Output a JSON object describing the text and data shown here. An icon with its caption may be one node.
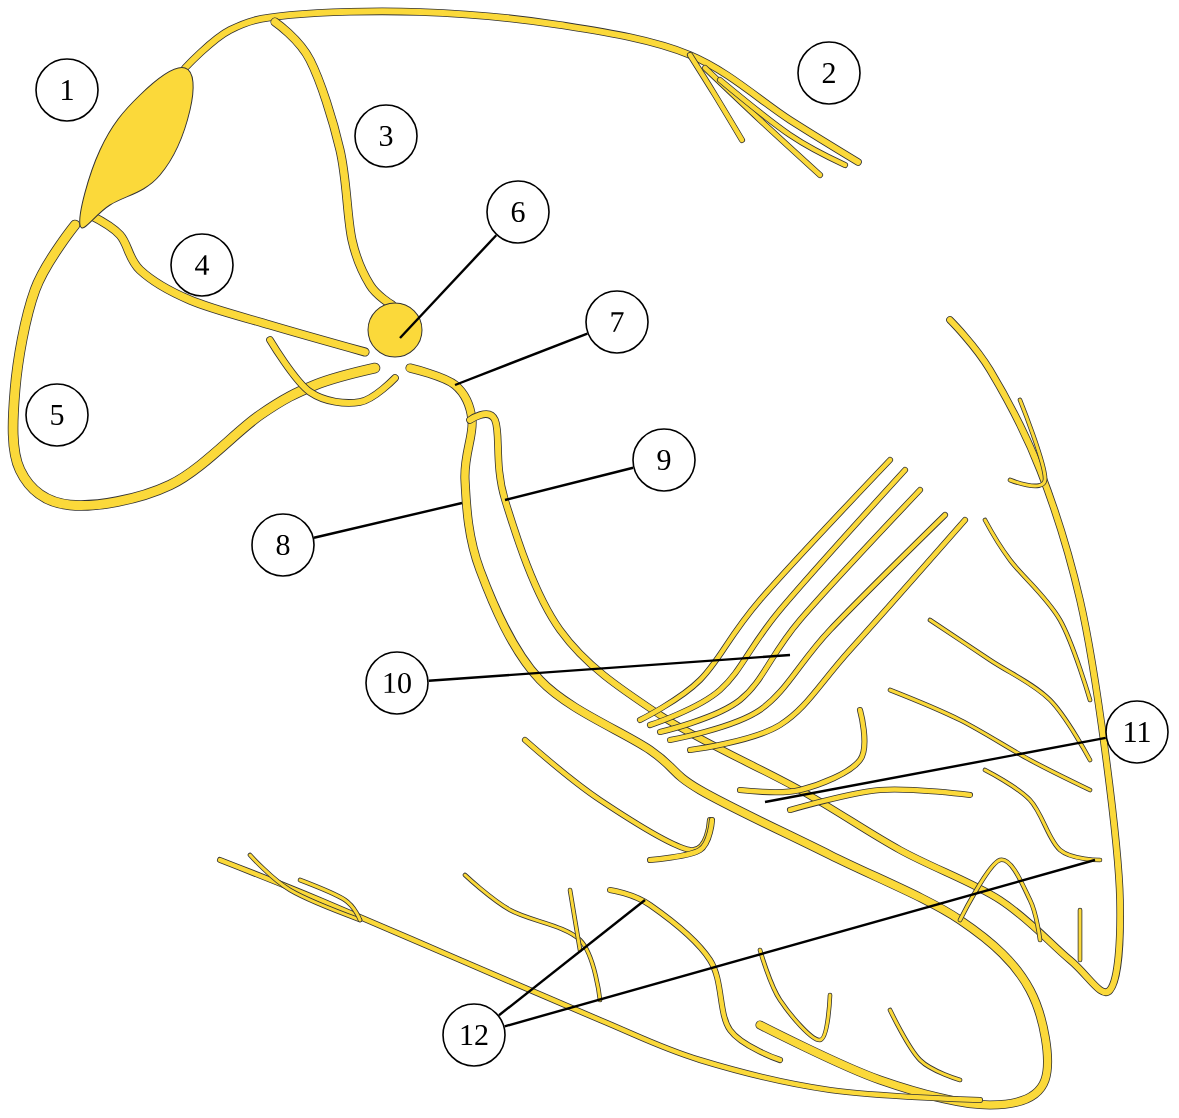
{
  "diagram": {
    "nodes": [
      {
        "text": [
          "1"
        ]
      },
      {
        "text": [
          "2"
        ]
      },
      {
        "text": [
          "3"
        ]
      },
      {
        "text": [
          "4"
        ]
      },
      {
        "text": [
          "5"
        ]
      },
      {
        "text": [
          "6"
        ]
      },
      {
        "text": [
          "7"
        ]
      },
      {
        "text": [
          "8"
        ]
      },
      {
        "text": [
          "9"
        ]
      },
      {
        "text": [
          "10"
        ]
      },
      {
        "text": [
          "11"
        ]
      },
      {
        "text": [
          "12"
        ]
      }
    ],
    "edges": [
      {
        "from": 5,
        "to": null,
        "arrow": "none"
      },
      {
        "from": 6,
        "to": null,
        "arrow": "none"
      },
      {
        "from": 7,
        "to": null,
        "arrow": "none"
      },
      {
        "from": 8,
        "to": null,
        "arrow": "none"
      },
      {
        "from": 9,
        "to": null,
        "arrow": "none"
      },
      {
        "from": 10,
        "to": null,
        "arrow": "none"
      },
      {
        "from": 11,
        "to": null,
        "arrow": "none"
      },
      {
        "from": 11,
        "to": null,
        "arrow": "none"
      }
    ]
  }
}
